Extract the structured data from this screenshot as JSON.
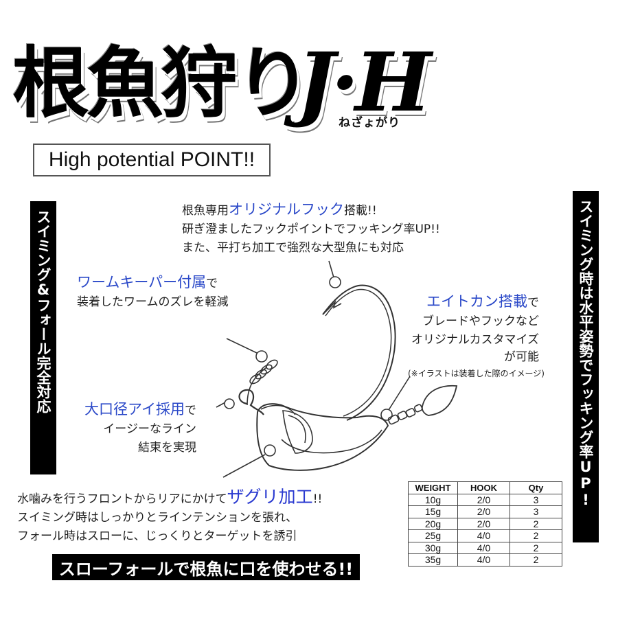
{
  "title": {
    "japanese": "根魚狩り",
    "latin": "J·H",
    "reading": "ねざょがり"
  },
  "potential_box": {
    "label": "High potential POINT!!"
  },
  "banners": {
    "left_vertical": "スイミング&フォール完全対応",
    "right_vertical": "スイミング時は水平姿勢でフッキング率UP!",
    "bottom": "スローフォールで根魚に口を使わせる!!"
  },
  "callouts": {
    "hook": {
      "prefix": "根魚専用",
      "highlight": "オリジナルフック",
      "suffix": "搭載!!",
      "line2": "研ぎ澄ましたフックポイントでフッキング率UP!!",
      "line3": "また、平打ち加工で強烈な大型魚にも対応"
    },
    "worm_keeper": {
      "highlight": "ワームキーパー付属",
      "suffix": "で",
      "line2": "装着したワームのズレを軽減"
    },
    "eight_ring": {
      "highlight": "エイトカン搭載",
      "suffix": "で",
      "line2": "ブレードやフックなど",
      "line3": "オリジナルカスタマイズ",
      "line4": "が可能",
      "note": "(※イラストは装着した際のイメージ)"
    },
    "large_eye": {
      "highlight": "大口径アイ採用",
      "suffix": "で",
      "line2": "イージーなライン",
      "line3": "結束を実現"
    },
    "zaguri": {
      "prefix": "水噛みを行うフロントからリアにかけて",
      "highlight": "ザグリ加工",
      "suffix": "!!",
      "line2": "スイミング時はしっかりとラインテンションを張れ、",
      "line3": "フォール時はスローに、じっくりとターゲットを誘引"
    }
  },
  "spec_table": {
    "headers": [
      "WEIGHT",
      "HOOK",
      "Qty"
    ],
    "rows": [
      [
        "10g",
        "2/0",
        "3"
      ],
      [
        "15g",
        "2/0",
        "3"
      ],
      [
        "20g",
        "2/0",
        "2"
      ],
      [
        "25g",
        "4/0",
        "2"
      ],
      [
        "30g",
        "4/0",
        "2"
      ],
      [
        "35g",
        "4/0",
        "2"
      ]
    ]
  },
  "colors": {
    "highlight_blue": "#2a48c8",
    "banner_black": "#000000",
    "text": "#1f1f1f"
  }
}
